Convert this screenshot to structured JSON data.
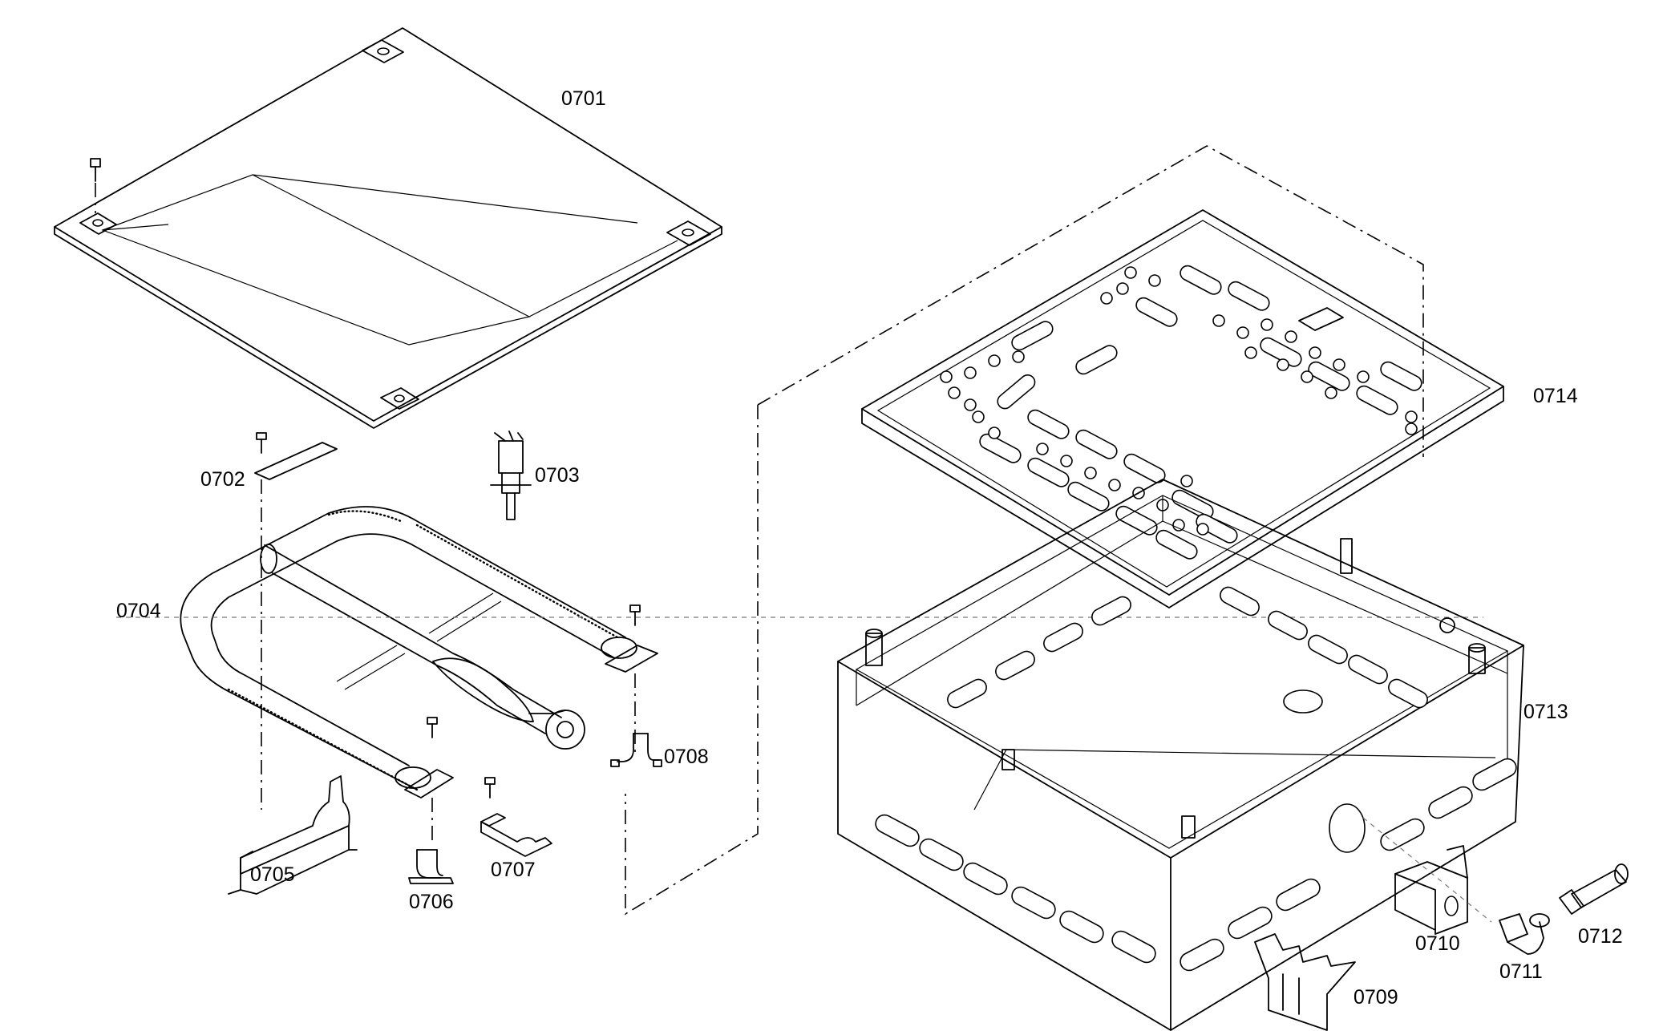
{
  "parts": [
    {
      "id": "0701",
      "label": "0701"
    },
    {
      "id": "0702",
      "label": "0702"
    },
    {
      "id": "0703",
      "label": "0703"
    },
    {
      "id": "0704",
      "label": "0704"
    },
    {
      "id": "0705",
      "label": "0705"
    },
    {
      "id": "0706",
      "label": "0706"
    },
    {
      "id": "0707",
      "label": "0707"
    },
    {
      "id": "0708",
      "label": "0708"
    },
    {
      "id": "0709",
      "label": "0709"
    },
    {
      "id": "0710",
      "label": "0710"
    },
    {
      "id": "0711",
      "label": "0711"
    },
    {
      "id": "0712",
      "label": "0712"
    },
    {
      "id": "0713",
      "label": "0713"
    },
    {
      "id": "0714",
      "label": "0714"
    }
  ]
}
